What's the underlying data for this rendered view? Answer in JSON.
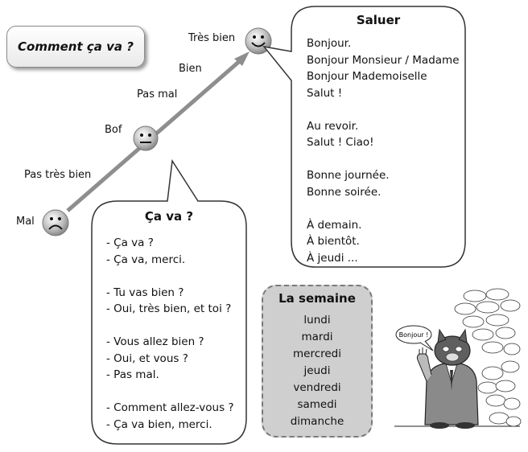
{
  "title": "Comment ça va ?",
  "scale": {
    "tres_bien": "Très bien",
    "bien": "Bien",
    "pas_mal": "Pas mal",
    "bof": "Bof",
    "pas_tres_bien": "Pas très bien",
    "mal": "Mal"
  },
  "bubble_ca_va": {
    "title": "Ça va ?",
    "groups": [
      [
        "- Ça va ?",
        "- Ça va, merci."
      ],
      [
        "- Tu vas bien ?",
        "- Oui, très bien, et toi ?"
      ],
      [
        "- Vous allez bien ?",
        "- Oui, et vous ?",
        "- Pas mal."
      ],
      [
        "- Comment allez-vous ?",
        "- Ça va bien, merci."
      ]
    ]
  },
  "bubble_saluer": {
    "title": "Saluer",
    "groups": [
      [
        "Bonjour.",
        "Bonjour Monsieur / Madame",
        "Bonjour Mademoiselle",
        "Salut !"
      ],
      [
        "Au revoir.",
        "Salut ! Ciao!"
      ],
      [
        "Bonne journée.",
        "Bonne soirée."
      ],
      [
        "À demain.",
        "À bientôt.",
        "À jeudi ..."
      ]
    ]
  },
  "semaine": {
    "title": "La semaine",
    "days": [
      "lundi",
      "mardi",
      "mercredi",
      "jeudi",
      "vendredi",
      "samedi",
      "dimanche"
    ]
  },
  "cartoon": {
    "speech": "Bonjour !"
  }
}
